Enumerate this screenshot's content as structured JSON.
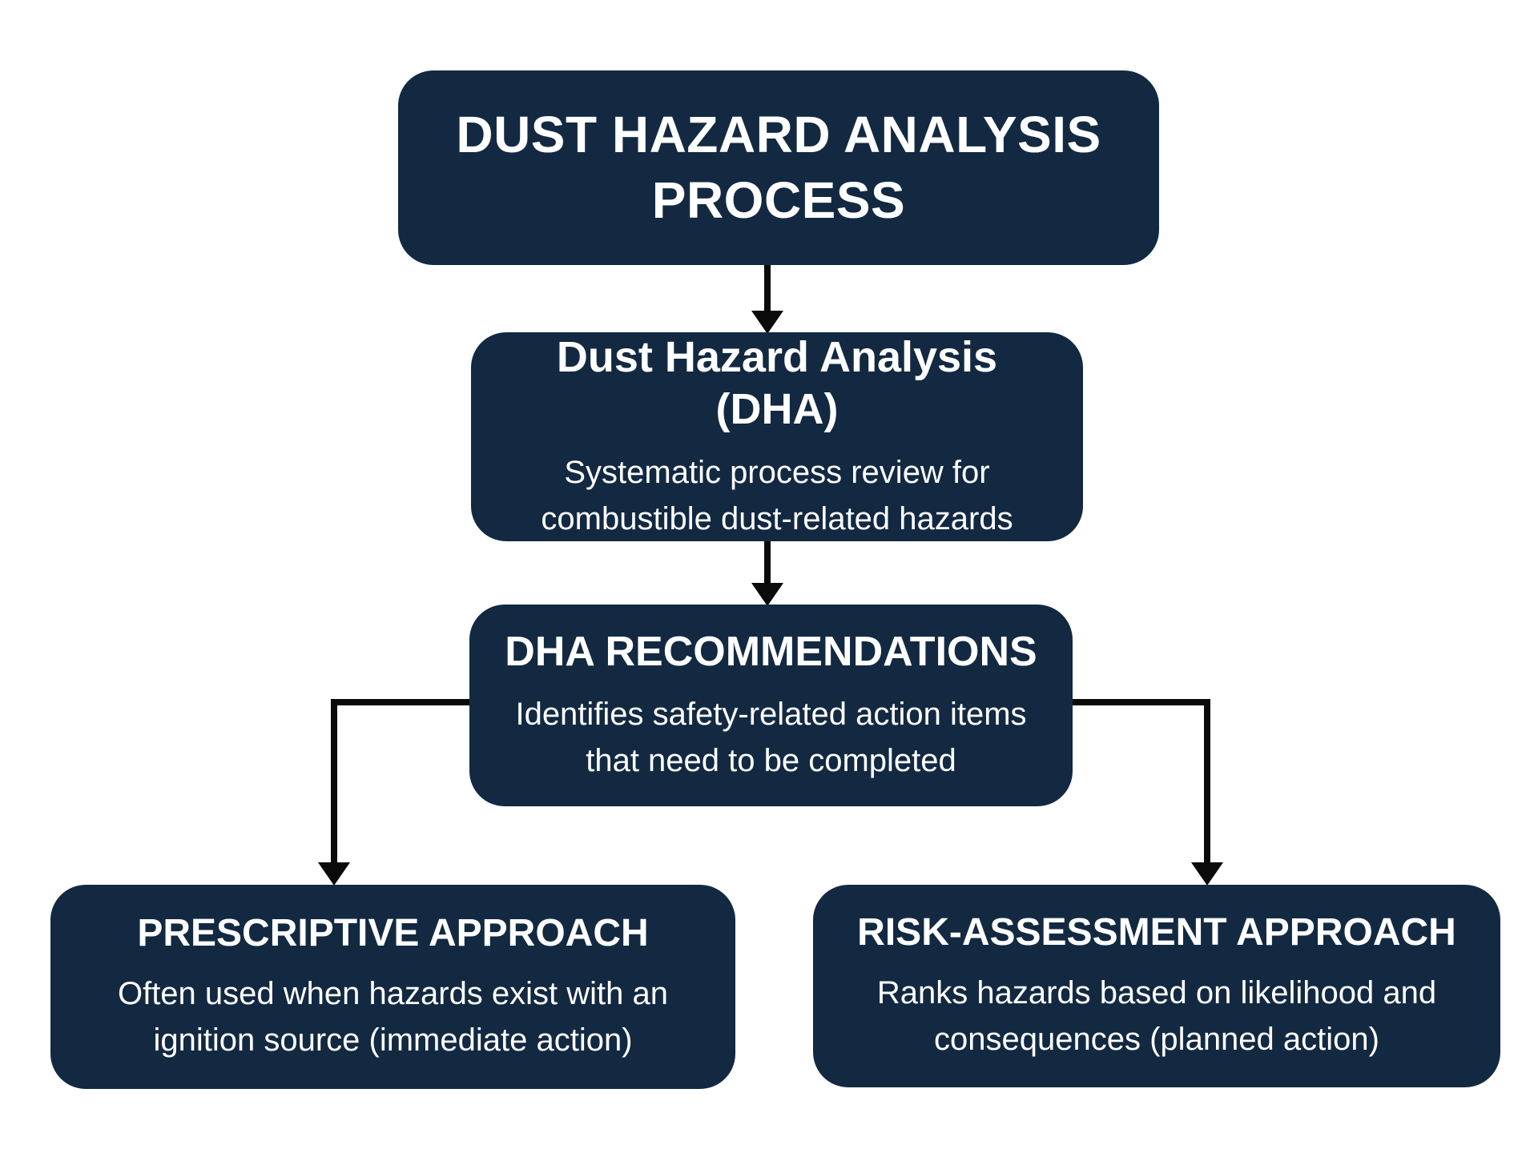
{
  "palette": {
    "node_fill": "#132942",
    "node_text": "#FFFFFF",
    "connector": "#0A0A0A",
    "page_background": "#FFFFFF"
  },
  "nodes": {
    "process": {
      "title_lines": [
        "DUST HAZARD ANALYSIS",
        "PROCESS"
      ]
    },
    "dha": {
      "title": "Dust Hazard Analysis (DHA)",
      "body_lines": [
        "Systematic process review for",
        "combustible dust-related hazards"
      ]
    },
    "recommendations": {
      "title": "DHA RECOMMENDATIONS",
      "body_lines": [
        "Identifies safety-related action items",
        "that need to be completed"
      ]
    },
    "prescriptive": {
      "title": "PRESCRIPTIVE APPROACH",
      "body_lines": [
        "Often used when hazards exist with an",
        "ignition source (immediate action)"
      ]
    },
    "risk_assessment": {
      "title": "RISK-ASSESSMENT APPROACH",
      "body_lines": [
        "Ranks hazards based on likelihood and",
        "consequences (planned action)"
      ]
    }
  }
}
